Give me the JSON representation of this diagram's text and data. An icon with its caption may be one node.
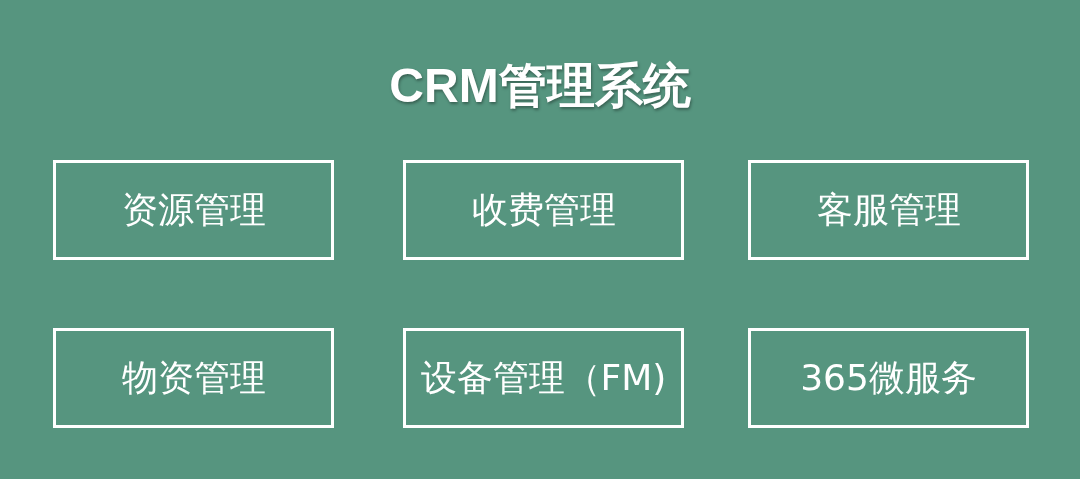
{
  "diagram": {
    "title": "CRM管理系统",
    "nodes": [
      {
        "text": [
          "资源管理"
        ]
      },
      {
        "text": [
          "收费管理"
        ]
      },
      {
        "text": [
          "客服管理"
        ]
      },
      {
        "text": [
          "物资管理"
        ]
      },
      {
        "text": [
          "设备管理（FM)"
        ]
      },
      {
        "text": [
          "365微服务"
        ]
      }
    ]
  }
}
